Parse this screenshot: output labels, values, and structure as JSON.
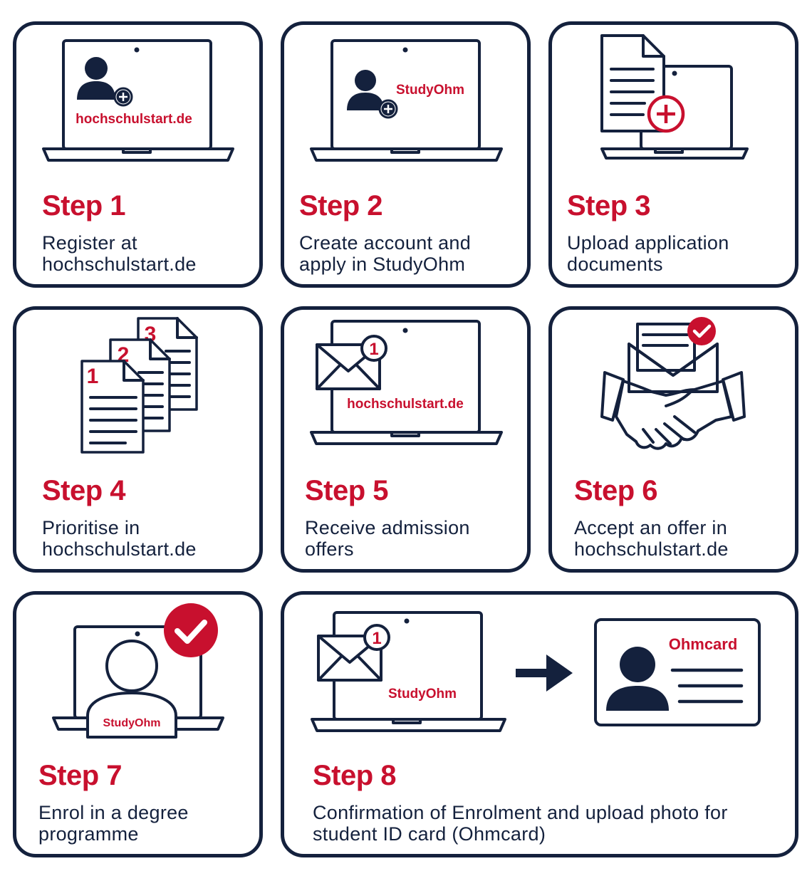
{
  "colors": {
    "navy": "#14213d",
    "red": "#c8102e",
    "background": "#ffffff"
  },
  "steps": [
    {
      "title": "Step 1",
      "description": "Register at hochschulstart.de",
      "screen_label": "hochschulstart.de",
      "icons": [
        "laptop-icon",
        "user-add-icon"
      ]
    },
    {
      "title": "Step 2",
      "description": "Create account and apply in StudyOhm",
      "screen_label": "StudyOhm",
      "icons": [
        "laptop-icon",
        "user-add-icon"
      ]
    },
    {
      "title": "Step 3",
      "description": "Upload application documents",
      "icons": [
        "laptop-icon",
        "document-icon",
        "plus-circle-icon"
      ]
    },
    {
      "title": "Step 4",
      "description": "Prioritise in hochschulstart.de",
      "doc_numbers": [
        "1",
        "2",
        "3"
      ],
      "icons": [
        "documents-stack-icon"
      ]
    },
    {
      "title": "Step 5",
      "description": "Receive admission offers",
      "screen_label": "hochschulstart.de",
      "badge": "1",
      "icons": [
        "laptop-icon",
        "envelope-icon"
      ]
    },
    {
      "title": "Step 6",
      "description": "Accept an offer in hochschulstart.de",
      "icons": [
        "handshake-icon",
        "envelope-icon",
        "check-badge-icon"
      ]
    },
    {
      "title": "Step 7",
      "description": "Enrol in a degree programme",
      "screen_label": "StudyOhm",
      "icons": [
        "laptop-icon",
        "user-icon",
        "check-circle-icon"
      ]
    },
    {
      "title": "Step 8",
      "description": "Confirmation of Enrolment and upload photo for student ID card (Ohmcard)",
      "screen_label": "StudyOhm",
      "badge": "1",
      "card_label": "Ohmcard",
      "icons": [
        "laptop-icon",
        "envelope-icon",
        "arrow-right-icon",
        "id-card-icon"
      ]
    }
  ]
}
